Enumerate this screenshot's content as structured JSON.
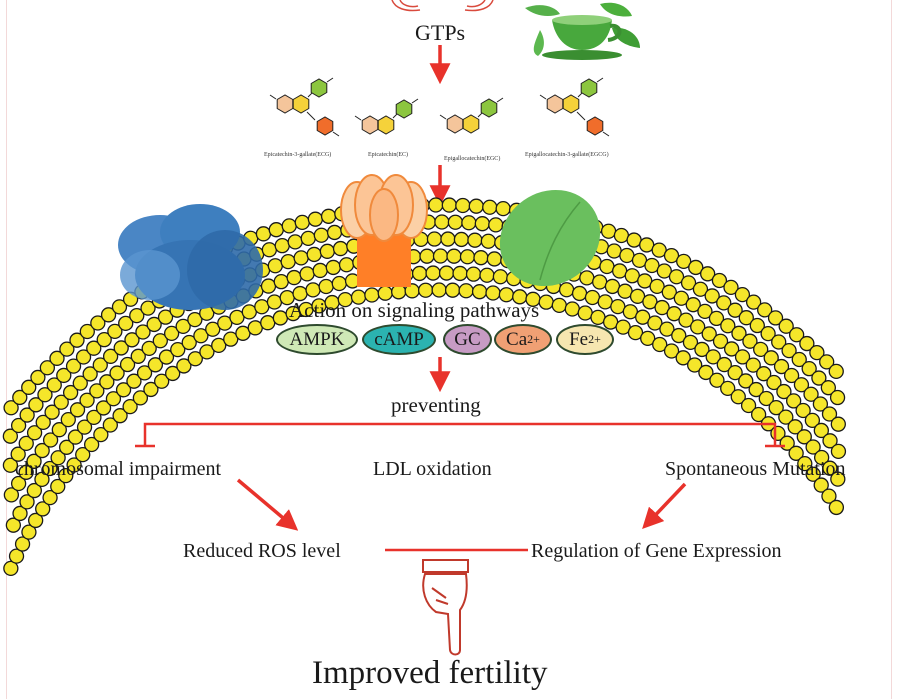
{
  "source": "GTPs",
  "compounds": [
    "Epicatechin-3-gallate(ECG)",
    "Epicatechin(EC)",
    "Epigallocatechin(EGC)",
    "Epigallocatechin-3-gallate(EGCG)"
  ],
  "signaling_title": "Action on signaling pathways",
  "signals": [
    {
      "label": "AMPK",
      "color": "#cfe9b6"
    },
    {
      "label": "cAMP",
      "color": "#2bb3b0"
    },
    {
      "label": "GC",
      "color": "#c79bc4"
    },
    {
      "label": "Ca",
      "sup": "2+",
      "color": "#f0a074"
    },
    {
      "label": "Fe",
      "sup": "2+",
      "color": "#f6e6b0"
    }
  ],
  "preventing": "preventing",
  "prevented": [
    "chromosomal impairment",
    "LDL oxidation",
    "Spontaneous Mutation"
  ],
  "effects": [
    "Reduced ROS level",
    "Regulation of Gene Expression"
  ],
  "outcome": "Improved fertility",
  "colors": {
    "arrow": "#e8322b",
    "lipid_head": "#f5e62a",
    "channel_orange": "#ff7f27",
    "protein_blue": "#3e7fbf",
    "protein_green": "#6abf5e",
    "tea_cup": "#4caf3c"
  },
  "icons": [
    "pointing-hands-icon",
    "tea-cup-icon",
    "pointing-hand-icon"
  ]
}
